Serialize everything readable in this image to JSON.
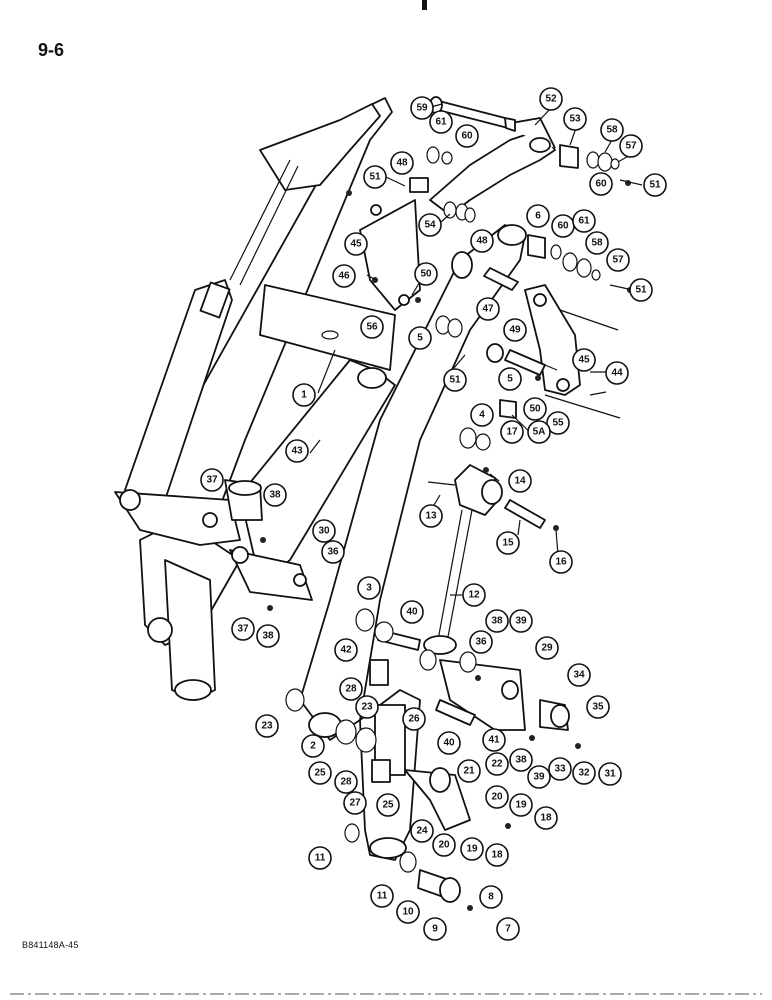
{
  "page": {
    "number": "9-6",
    "code": "B841148A-45",
    "top_mark": "'"
  },
  "callouts": [
    {
      "label": "59"
    },
    {
      "label": "52"
    },
    {
      "label": "61"
    },
    {
      "label": "60"
    },
    {
      "label": "53"
    },
    {
      "label": "58"
    },
    {
      "label": "57"
    },
    {
      "label": "60"
    },
    {
      "label": "51"
    },
    {
      "label": "51"
    },
    {
      "label": "48"
    },
    {
      "label": "54"
    },
    {
      "label": "48"
    },
    {
      "label": "6"
    },
    {
      "label": "60"
    },
    {
      "label": "61"
    },
    {
      "label": "58"
    },
    {
      "label": "57"
    },
    {
      "label": "51"
    },
    {
      "label": "45"
    },
    {
      "label": "46"
    },
    {
      "label": "50"
    },
    {
      "label": "47"
    },
    {
      "label": "56"
    },
    {
      "label": "5"
    },
    {
      "label": "49"
    },
    {
      "label": "45"
    },
    {
      "label": "44"
    },
    {
      "label": "5"
    },
    {
      "label": "51"
    },
    {
      "label": "1"
    },
    {
      "label": "50"
    },
    {
      "label": "55"
    },
    {
      "label": "4"
    },
    {
      "label": "17"
    },
    {
      "label": "5A"
    },
    {
      "label": "43"
    },
    {
      "label": "14"
    },
    {
      "label": "37"
    },
    {
      "label": "38"
    },
    {
      "label": "13"
    },
    {
      "label": "15"
    },
    {
      "label": "16"
    },
    {
      "label": "30"
    },
    {
      "label": "36"
    },
    {
      "label": "3"
    },
    {
      "label": "12"
    },
    {
      "label": "37"
    },
    {
      "label": "38"
    },
    {
      "label": "40"
    },
    {
      "label": "38"
    },
    {
      "label": "39"
    },
    {
      "label": "36"
    },
    {
      "label": "42"
    },
    {
      "label": "29"
    },
    {
      "label": "34"
    },
    {
      "label": "28"
    },
    {
      "label": "35"
    },
    {
      "label": "23"
    },
    {
      "label": "26"
    },
    {
      "label": "23"
    },
    {
      "label": "40"
    },
    {
      "label": "41"
    },
    {
      "label": "2"
    },
    {
      "label": "38"
    },
    {
      "label": "39"
    },
    {
      "label": "33"
    },
    {
      "label": "32"
    },
    {
      "label": "31"
    },
    {
      "label": "25"
    },
    {
      "label": "28"
    },
    {
      "label": "22"
    },
    {
      "label": "21"
    },
    {
      "label": "27"
    },
    {
      "label": "25"
    },
    {
      "label": "20"
    },
    {
      "label": "19"
    },
    {
      "label": "18"
    },
    {
      "label": "24"
    },
    {
      "label": "20"
    },
    {
      "label": "19"
    },
    {
      "label": "18"
    },
    {
      "label": "11"
    },
    {
      "label": "11"
    },
    {
      "label": "8"
    },
    {
      "label": "10"
    },
    {
      "label": "9"
    },
    {
      "label": "7"
    }
  ]
}
